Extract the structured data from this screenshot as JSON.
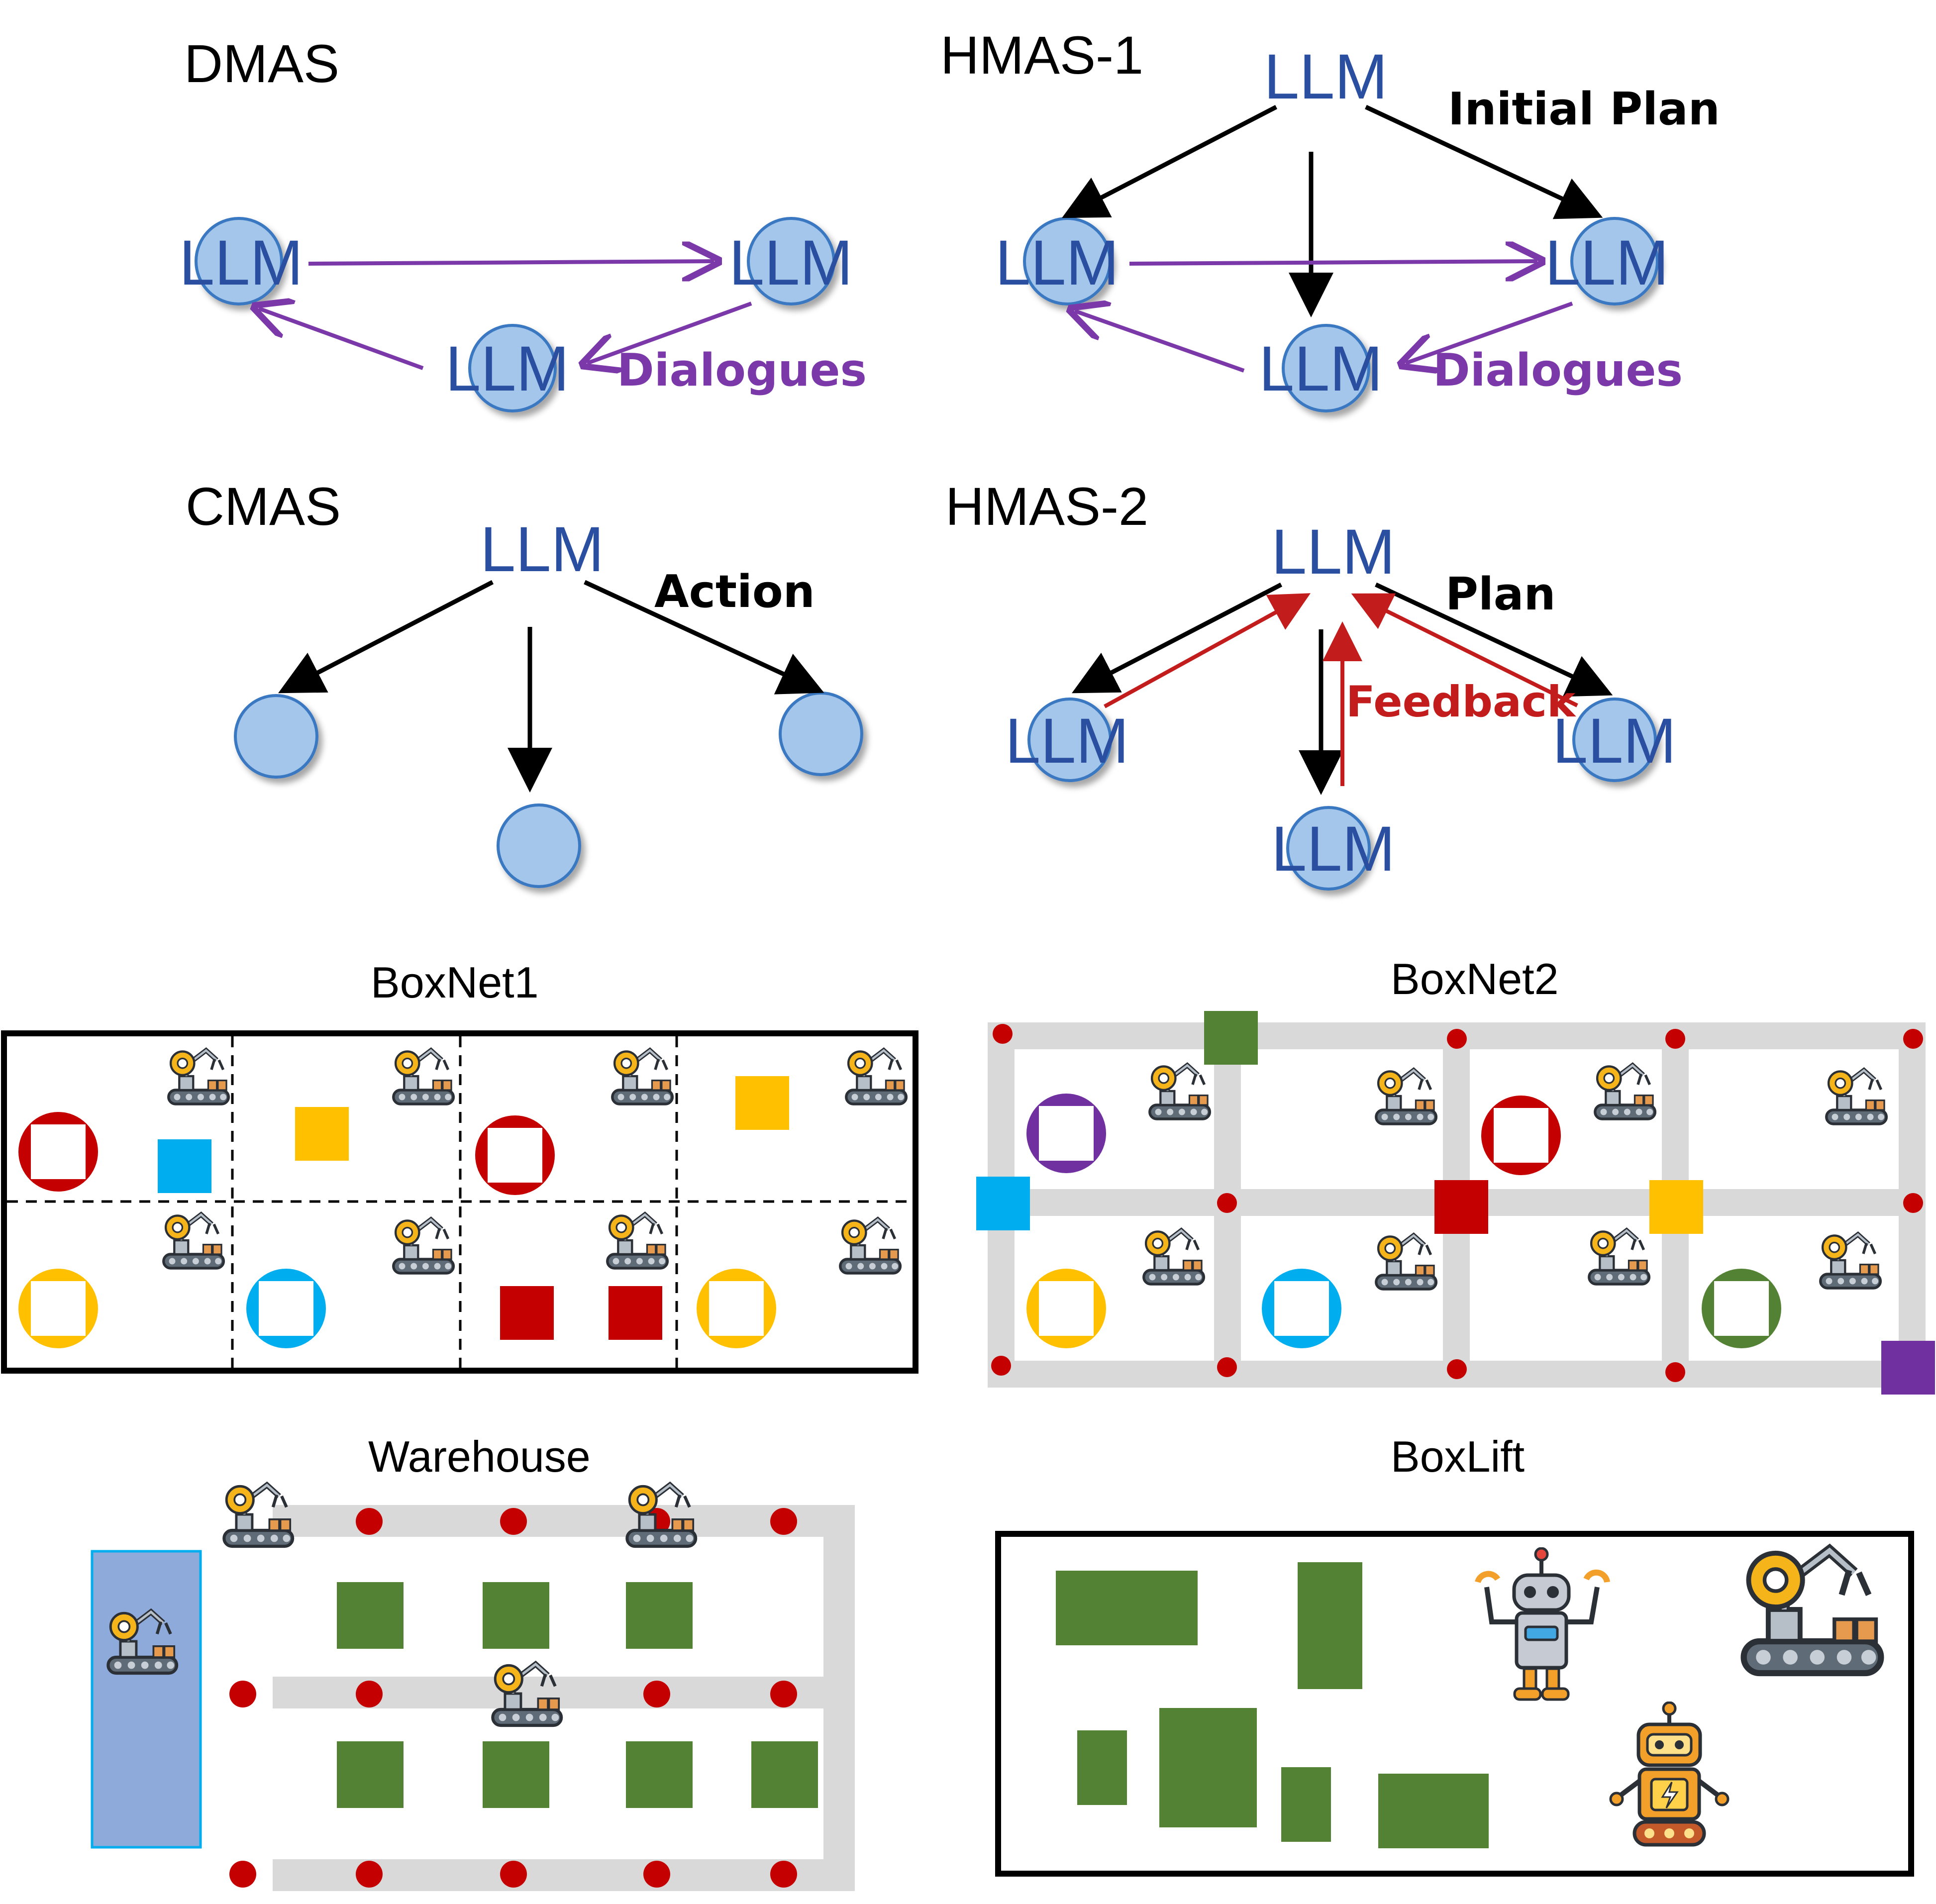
{
  "titles": {
    "dmas": "DMAS",
    "hmas1": "HMAS-1",
    "cmas": "CMAS",
    "hmas2": "HMAS-2",
    "boxnet1": "BoxNet1",
    "boxnet2": "BoxNet2",
    "warehouse": "Warehouse",
    "boxlift": "BoxLift"
  },
  "labels": {
    "llm": "LLM",
    "dialogues": "Dialogues",
    "initial_plan": "Initial Plan",
    "action": "Action",
    "plan": "Plan",
    "feedback": "Feedback"
  },
  "colors": {
    "node_fill": "#a4c6ea",
    "node_stroke": "#3b78c2",
    "llm_text": "#2a4fa0",
    "dialogue": "#7b38a8",
    "feedback": "#c21c1c",
    "box_red": "#c40000",
    "box_blue": "#00aeef",
    "box_yellow": "#ffc000",
    "box_green": "#548235",
    "box_purple": "#7030a0",
    "track_gray": "#d9d9d9",
    "zone_blue": "#8eaadb"
  },
  "icons": [
    "robot-arm-icon",
    "humanoid-robot-icon",
    "orange-robot-icon"
  ]
}
